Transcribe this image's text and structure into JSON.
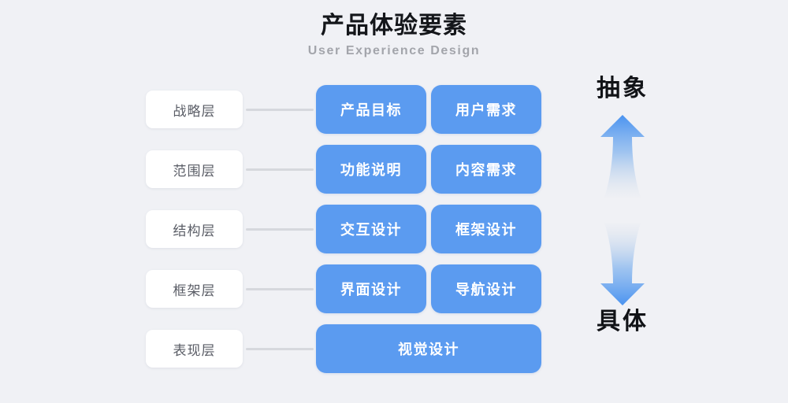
{
  "header": {
    "title": "产品体验要素",
    "subtitle": "User Experience Design"
  },
  "theme": {
    "background": "#f0f1f5",
    "card_blue": "#5b9bf0",
    "label_white": "#ffffff",
    "label_text": "#5a5d66",
    "connector": "#d6d8dd",
    "title_color": "#14161a",
    "subtitle_color": "#a3a5ab"
  },
  "rows": [
    {
      "label": "战略层",
      "cards": [
        "产品目标",
        "用户需求"
      ]
    },
    {
      "label": "范围层",
      "cards": [
        "功能说明",
        "内容需求"
      ]
    },
    {
      "label": "结构层",
      "cards": [
        "交互设计",
        "框架设计"
      ]
    },
    {
      "label": "框架层",
      "cards": [
        "界面设计",
        "导航设计"
      ]
    },
    {
      "label": "表现层",
      "cards": [
        "视觉设计"
      ]
    }
  ],
  "axis": {
    "top_label": "抽象",
    "bottom_label": "具体",
    "up_arrow_icon": "arrow-up-icon",
    "down_arrow_icon": "arrow-down-icon"
  }
}
